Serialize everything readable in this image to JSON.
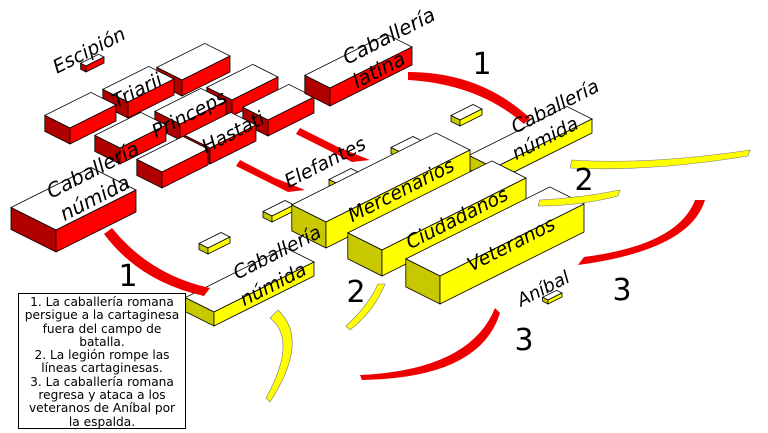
{
  "colors": {
    "roman": "#ff0000",
    "carthaginian": "#ffff00",
    "arrow_red": "#ee0000",
    "arrow_yellow": "#ffff00"
  },
  "labels": {
    "escipion": "Escipión",
    "triarii": "Triarii",
    "princeps": "Princeps",
    "hastati": "Hastati",
    "caballeria_latina_1": "Caballería",
    "caballeria_latina_2": "latina",
    "caballeria_numida_roman_1": "Caballería",
    "caballeria_numida_roman_2": "númida",
    "elefantes": "Elefantes",
    "mercenarios": "Mercenarios",
    "ciudadanos": "Ciudadanos",
    "veteranos": "Veteranos",
    "anibal": "Aníbal",
    "caballeria_numida_right_1": "Caballería",
    "caballeria_numida_right_2": "númida",
    "caballeria_numida_center_1": "Caballería",
    "caballeria_numida_center_2": "númida"
  },
  "phase_numbers": {
    "one_top": "1",
    "one_left": "1",
    "two_right": "2",
    "two_center": "2",
    "three_right": "3",
    "three_bottom": "3"
  },
  "legend": [
    "1. La caballería romana",
    "persigue a la cartaginesa",
    "fuera del campo de",
    "batalla.",
    "2. La legión rompe las",
    "líneas cartaginesas.",
    "3. La caballería romana",
    "regresa y ataca a los",
    "veteranos de Aníbal por",
    "la espalda."
  ]
}
